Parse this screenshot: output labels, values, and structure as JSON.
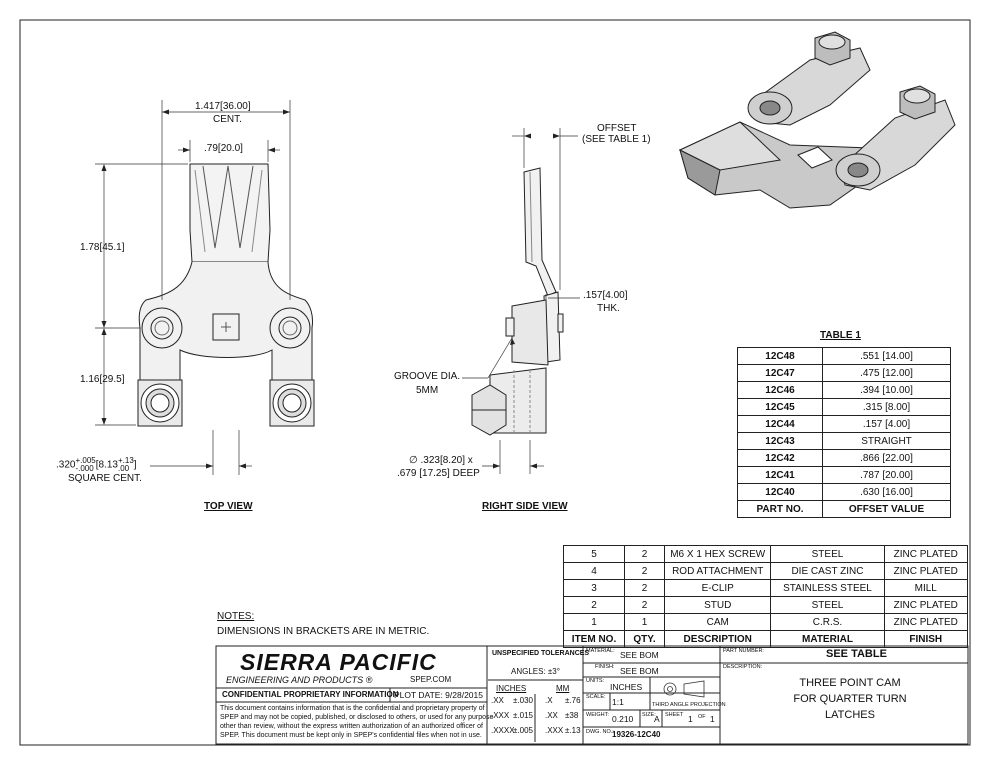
{
  "top_view": {
    "dim_overall": [
      "1.417",
      "36.00",
      "CENT."
    ],
    "dim_slot": [
      ".79",
      "20.0"
    ],
    "dim_height": [
      "1.78",
      "45.1"
    ],
    "dim_lower": [
      "1.16",
      "29.5"
    ],
    "dim_square_in": ".320",
    "dim_square_in_tol": [
      "+.005",
      "-.000"
    ],
    "dim_square_mm": "8.13",
    "dim_square_mm_tol": [
      "+.13",
      ".00"
    ],
    "dim_square_label": "SQUARE CENT.",
    "caption": "TOP VIEW"
  },
  "side_view": {
    "offset_label": [
      "OFFSET",
      "(SEE TABLE 1)"
    ],
    "thk": [
      ".157",
      "4.00",
      "THK."
    ],
    "groove": [
      "GROOVE DIA.",
      "5MM"
    ],
    "hole_line1": [
      "∅ .323",
      "8.20",
      "x"
    ],
    "hole_line2": ".679 [17.25] DEEP",
    "caption": "RIGHT SIDE VIEW"
  },
  "table1": {
    "title": "TABLE 1",
    "rows": [
      [
        "12C48",
        ".551 [14.00]"
      ],
      [
        "12C47",
        ".475 [12.00]"
      ],
      [
        "12C46",
        ".394 [10.00]"
      ],
      [
        "12C45",
        ".315 [8.00]"
      ],
      [
        "12C44",
        ".157 [4.00]"
      ],
      [
        "12C43",
        "STRAIGHT"
      ],
      [
        "12C42",
        ".866 [22.00]"
      ],
      [
        "12C41",
        ".787 [20.00]"
      ],
      [
        "12C40",
        ".630 [16.00]"
      ]
    ],
    "headers": [
      "PART NO.",
      "OFFSET VALUE"
    ]
  },
  "bom": {
    "rows": [
      [
        "5",
        "2",
        "M6 X 1  HEX SCREW",
        "STEEL",
        "ZINC PLATED"
      ],
      [
        "4",
        "2",
        "ROD ATTACHMENT",
        "DIE CAST ZINC",
        "ZINC PLATED"
      ],
      [
        "3",
        "2",
        "E-CLIP",
        "STAINLESS STEEL",
        "MILL"
      ],
      [
        "2",
        "2",
        "STUD",
        "STEEL",
        "ZINC PLATED"
      ],
      [
        "1",
        "1",
        "CAM",
        "C.R.S.",
        "ZINC PLATED"
      ]
    ],
    "headers": [
      "ITEM NO.",
      "QTY.",
      "DESCRIPTION",
      "MATERIAL",
      "FINISH"
    ]
  },
  "notes": {
    "title": "NOTES:",
    "text": "DIMENSIONS IN BRACKETS ARE IN METRIC."
  },
  "title_block": {
    "company": "SIERRA PACIFIC",
    "sub": "ENGINEERING AND PRODUCTS",
    "reg": "®",
    "web": "SPEP.COM",
    "confidential_title": "CONFIDENTIAL PROPRIETARY INFORMATION",
    "plot_date": "PLOT DATE:  9/28/2015",
    "confidential_text": [
      "This document contains information that is the confidential and proprietary property of",
      "SPEP and may not be copied, published, or disclosed to others, or used for any purpose",
      "other than review, without the express written authorization of an authorized officer of",
      "SPEP. This document must be kept only in SPEP's confidential files when not in use."
    ],
    "tol_title": "UNSPECIFIED TOLERANCES",
    "angles": "ANGLES: ±3°",
    "tol_headers": [
      "INCHES",
      "MM"
    ],
    "tol_rows": [
      [
        ".XX",
        "±.030",
        ".X",
        "±.76"
      ],
      [
        ".XXX",
        "±.015",
        ".XX",
        "±38"
      ],
      [
        ".XXXX",
        "±.005",
        ".XXX",
        "±.13"
      ]
    ],
    "material_label": "MATERIAL:",
    "material": "SEE BOM",
    "finish_label": "FINISH:",
    "finish": "SEE BOM",
    "units_label": "UNITS:",
    "units": "INCHES",
    "scale_label": "SCALE:",
    "scale": "1:1",
    "projection": "THIRD ANGLE PROJECTION",
    "weight_label": "WEIGHT:",
    "weight": "0.210",
    "size_label": "SIZE:",
    "size": "A",
    "sheet_label": "SHEET",
    "sheet": "1",
    "of_label": "OF",
    "of": "1",
    "dwg_label": "DWG. NO.:",
    "dwg": "19326-12C40",
    "partno_label": "PART NUMBER:",
    "partno": "SEE TABLE",
    "desc_label": "DESCRIPTION:",
    "description": [
      "THREE POINT CAM",
      "FOR QUARTER TURN",
      "LATCHES"
    ]
  }
}
